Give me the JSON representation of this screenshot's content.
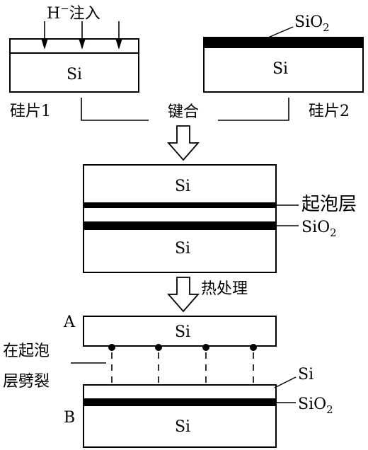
{
  "wafer1": {
    "label": "硅片1",
    "layer": "Si",
    "implant": "H⁻注入",
    "implant_base": "H",
    "implant_sup": "−",
    "implant_rest": "注入"
  },
  "wafer2": {
    "label": "硅片2",
    "layer": "Si",
    "oxide": "SiO₂",
    "oxide_base": "SiO",
    "oxide_sub": "2"
  },
  "bond_label": "键合",
  "stack": {
    "top_si": "Si",
    "bottom_si": "Si",
    "bubble_layer": "起泡层",
    "oxide_base": "SiO",
    "oxide_sub": "2"
  },
  "anneal_label": "热处理",
  "piece_a": {
    "letter": "A",
    "layer": "Si"
  },
  "split_label_line1": "在起泡",
  "split_label_line2": "层劈裂",
  "piece_b": {
    "letter": "B",
    "thin_si": "Si",
    "oxide_base": "SiO",
    "oxide_sub": "2",
    "layer": "Si"
  }
}
